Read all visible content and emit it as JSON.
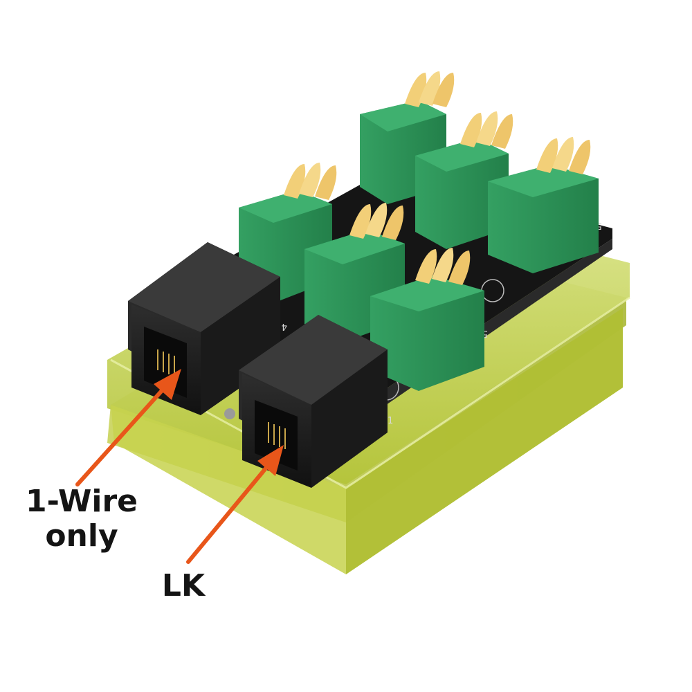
{
  "colors": {
    "background": "#ffffff",
    "enclosure": "#c9d95a",
    "pcb": "#141414",
    "terminal_block": "#2f9a5a",
    "lever": "#f2cf78",
    "jack": "#222222",
    "arrow": "#e8561a",
    "label_text": "#141414"
  },
  "callouts": {
    "one_wire": {
      "line1": "1-Wire",
      "line2": "only",
      "target": "left RJ jack"
    },
    "lk": {
      "line1": "LK",
      "target": "right RJ jack"
    }
  },
  "device": {
    "rj_jacks": 2,
    "terminal_blocks": 6,
    "levers_per_block": 3,
    "silkscreen": [
      "5",
      "5",
      "4",
      "1"
    ]
  }
}
